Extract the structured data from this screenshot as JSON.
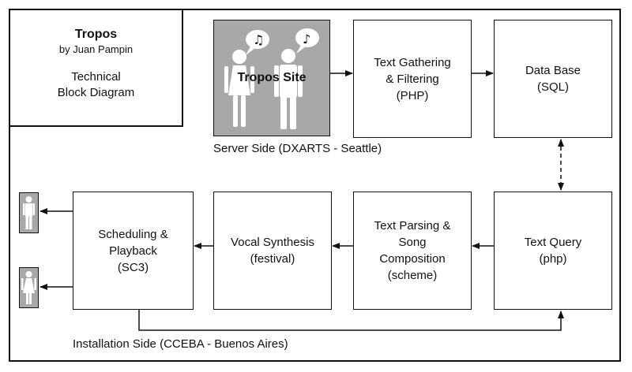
{
  "header": {
    "title": "Tropos",
    "byline": "by Juan Pampin",
    "subtitle": "Technical\nBlock Diagram"
  },
  "server": {
    "site_label": "Tropos Site",
    "text_gathering": "Text Gathering\n& Filtering\n(PHP)",
    "database": "Data Base\n(SQL)",
    "caption": "Server Side (DXARTS - Seattle)"
  },
  "installation": {
    "text_query": "Text Query\n(php)",
    "text_parsing": "Text Parsing &\nSong\nComposition\n(scheme)",
    "vocal_synthesis": "Vocal Synthesis\n(festival)",
    "scheduling": "Scheduling &\nPlayback\n(SC3)",
    "caption": "Installation Side (CCEBA - Buenos Aires)"
  },
  "icons": {
    "site_people": "man-woman-singing-icon",
    "output_male": "man-figure-icon",
    "output_female": "woman-figure-icon"
  },
  "colors": {
    "site_fill": "#a8a8a8",
    "line": "#111111"
  }
}
